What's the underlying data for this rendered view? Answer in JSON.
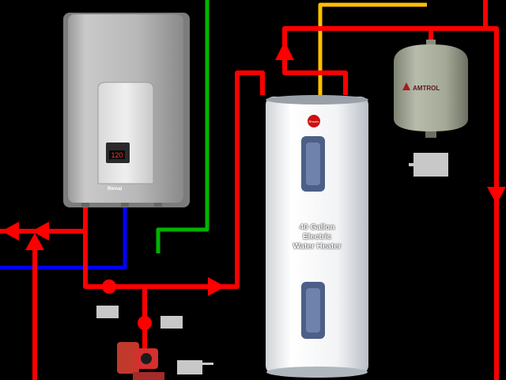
{
  "tankless_heater": {
    "display_value": "120",
    "brand": "Rinnai"
  },
  "tank": {
    "label_lines": [
      "40 Gallon",
      "Electric",
      "Water Heater"
    ],
    "brand": "Rheem"
  },
  "expansion_tank": {
    "brand": "AMTROL"
  },
  "colors": {
    "hot_line": "#ff0000",
    "cold_line": "#0000ff",
    "gas_line": "#00b400",
    "relief_line": "#ffc000",
    "background": "#000000",
    "tag": "#c8c8c8"
  },
  "icons": [
    "flow-arrow-icon",
    "junction-dot-icon",
    "pump-icon",
    "valve-tag-icon"
  ]
}
